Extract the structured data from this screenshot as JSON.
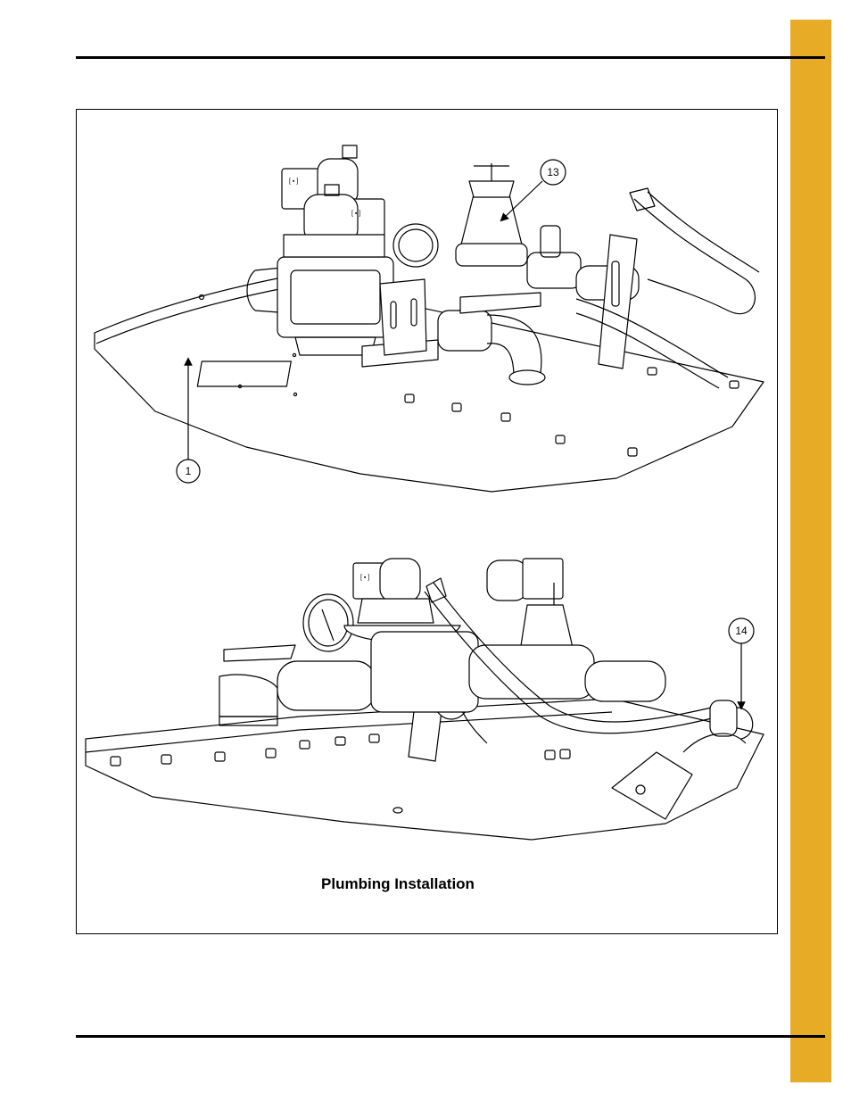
{
  "figure": {
    "caption": "Plumbing Installation",
    "callouts": [
      {
        "id": "callout-1",
        "label": "1"
      },
      {
        "id": "callout-13",
        "label": "13"
      },
      {
        "id": "callout-14",
        "label": "14"
      }
    ]
  },
  "colors": {
    "tab": "#e8ab26",
    "rule": "#000000",
    "line": "#000000"
  }
}
